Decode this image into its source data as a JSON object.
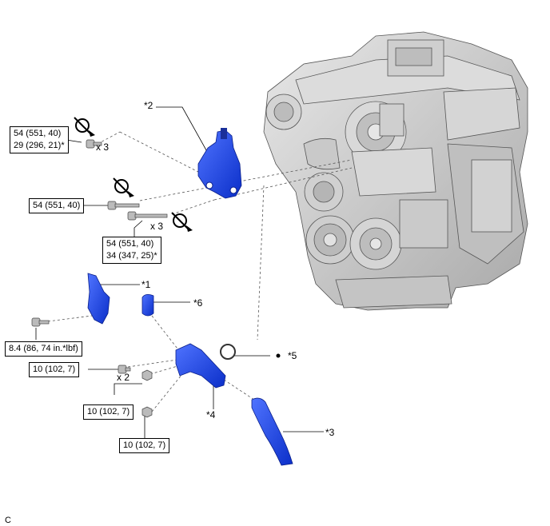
{
  "torque_specs": {
    "t1_line1": "54 (551, 40)",
    "t1_line2": "29 (296, 21)*",
    "t2": "54 (551, 40)",
    "t3_line1": "54 (551, 40)",
    "t3_line2": "34 (347, 25)*",
    "t4": "8.4 (86, 74 in.*lbf)",
    "t5": "10 (102, 7)",
    "t6": "10 (102, 7)",
    "t7": "10 (102, 7)"
  },
  "quantities": {
    "q1": "x 3",
    "q2": "x 3",
    "q3": "x 2"
  },
  "callouts": {
    "c1": "*1",
    "c2": "*2",
    "c3": "*3",
    "c4": "*4",
    "c5": "*5",
    "c6": "*6"
  },
  "figure_code": "C",
  "icons": [
    "torque-wrench-icon",
    "bolt-icon",
    "nut-icon",
    "engine-illustration",
    "gasket-ring-icon"
  ],
  "colors": {
    "part_highlight": "#1f45e6",
    "engine": "#c8c8c8",
    "line": "#000000"
  }
}
